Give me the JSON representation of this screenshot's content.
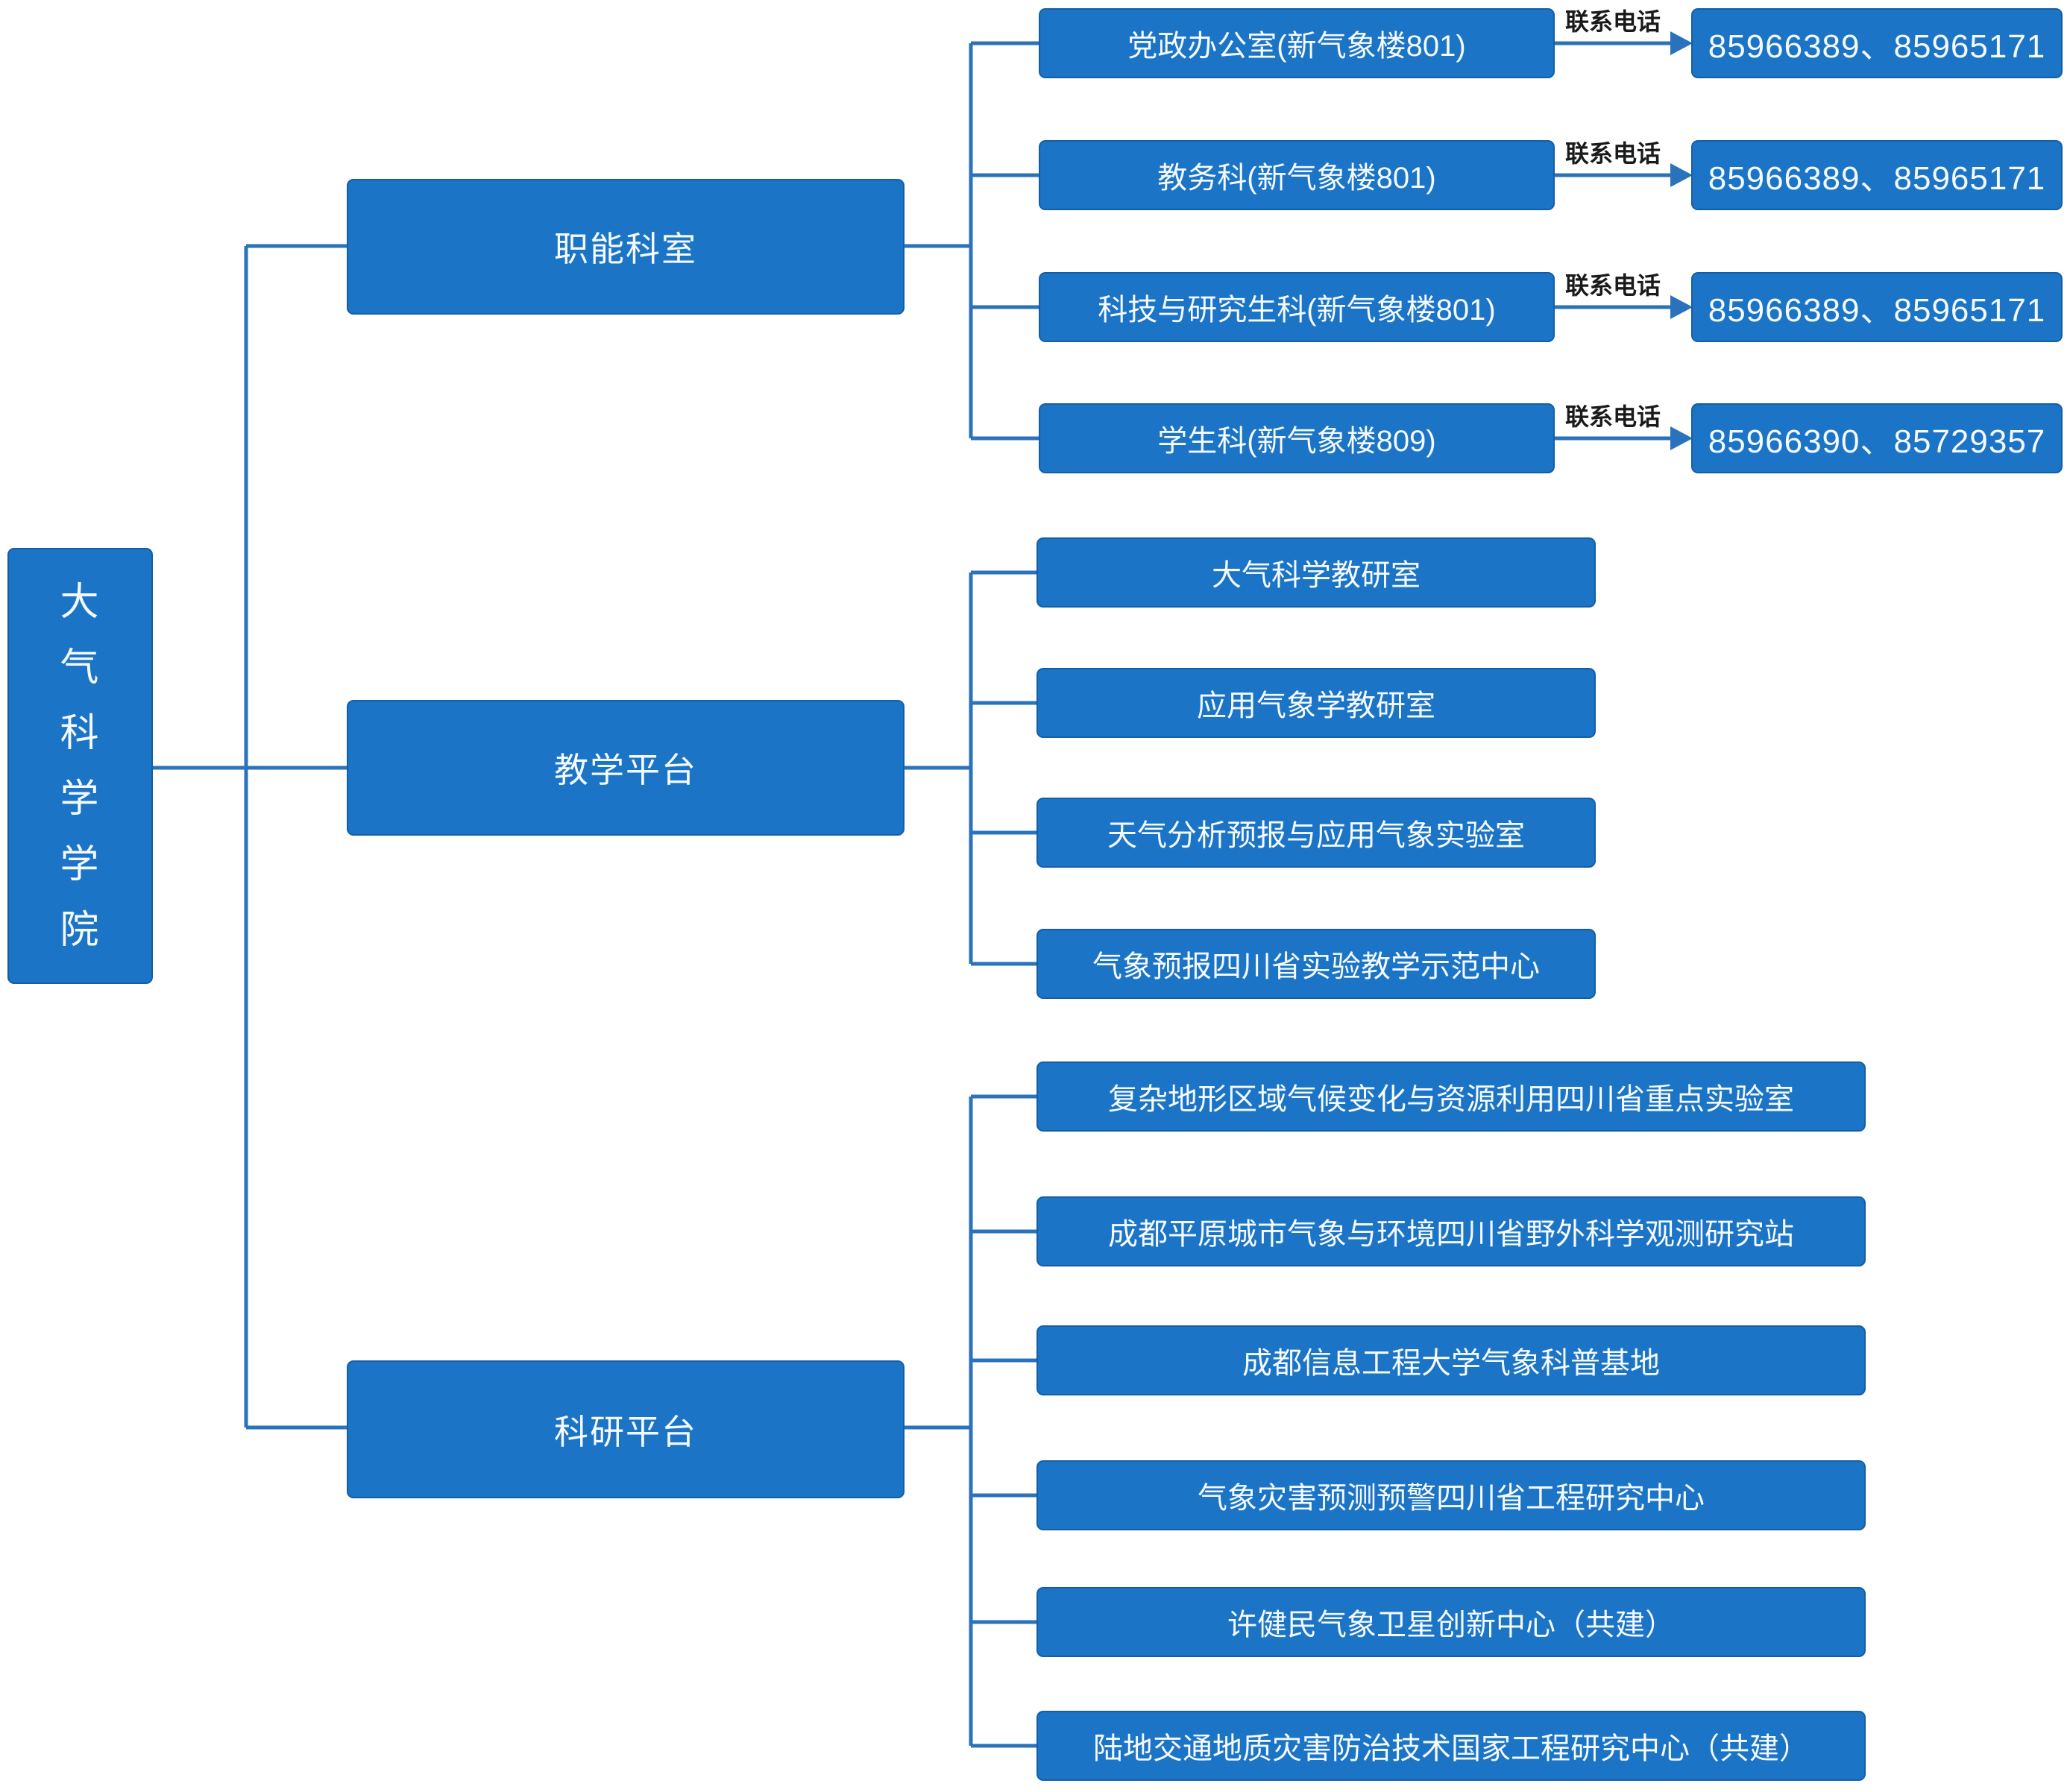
{
  "diagram": {
    "root": {
      "label": "大气科学学院"
    },
    "branches": [
      {
        "label": "职能科室",
        "children": [
          {
            "label": "党政办公室(新气象楼801)",
            "arrow_label": "联系电话",
            "phone": "85966389、85965171"
          },
          {
            "label": "教务科(新气象楼801)",
            "arrow_label": "联系电话",
            "phone": "85966389、85965171"
          },
          {
            "label": "科技与研究生科(新气象楼801)",
            "arrow_label": "联系电话",
            "phone": "85966389、85965171"
          },
          {
            "label": "学生科(新气象楼809)",
            "arrow_label": "联系电话",
            "phone": "85966390、85729357"
          }
        ]
      },
      {
        "label": "教学平台",
        "children": [
          {
            "label": "大气科学教研室"
          },
          {
            "label": "应用气象学教研室"
          },
          {
            "label": "天气分析预报与应用气象实验室"
          },
          {
            "label": "气象预报四川省实验教学示范中心"
          }
        ]
      },
      {
        "label": "科研平台",
        "children": [
          {
            "label": "复杂地形区域气候变化与资源利用四川省重点实验室"
          },
          {
            "label": "成都平原城市气象与环境四川省野外科学观测研究站"
          },
          {
            "label": "成都信息工程大学气象科普基地"
          },
          {
            "label": "气象灾害预测预警四川省工程研究中心"
          },
          {
            "label": "许健民气象卫星创新中心（共建）"
          },
          {
            "label": "陆地交通地质灾害防治技术国家工程研究中心（共建）"
          }
        ]
      }
    ],
    "colors": {
      "node_fill": "#1b74c6",
      "connector": "#2b72bd",
      "node_text": "#f5faff",
      "label_text": "#1a1a1a",
      "page_bg": "#ffffff"
    }
  }
}
